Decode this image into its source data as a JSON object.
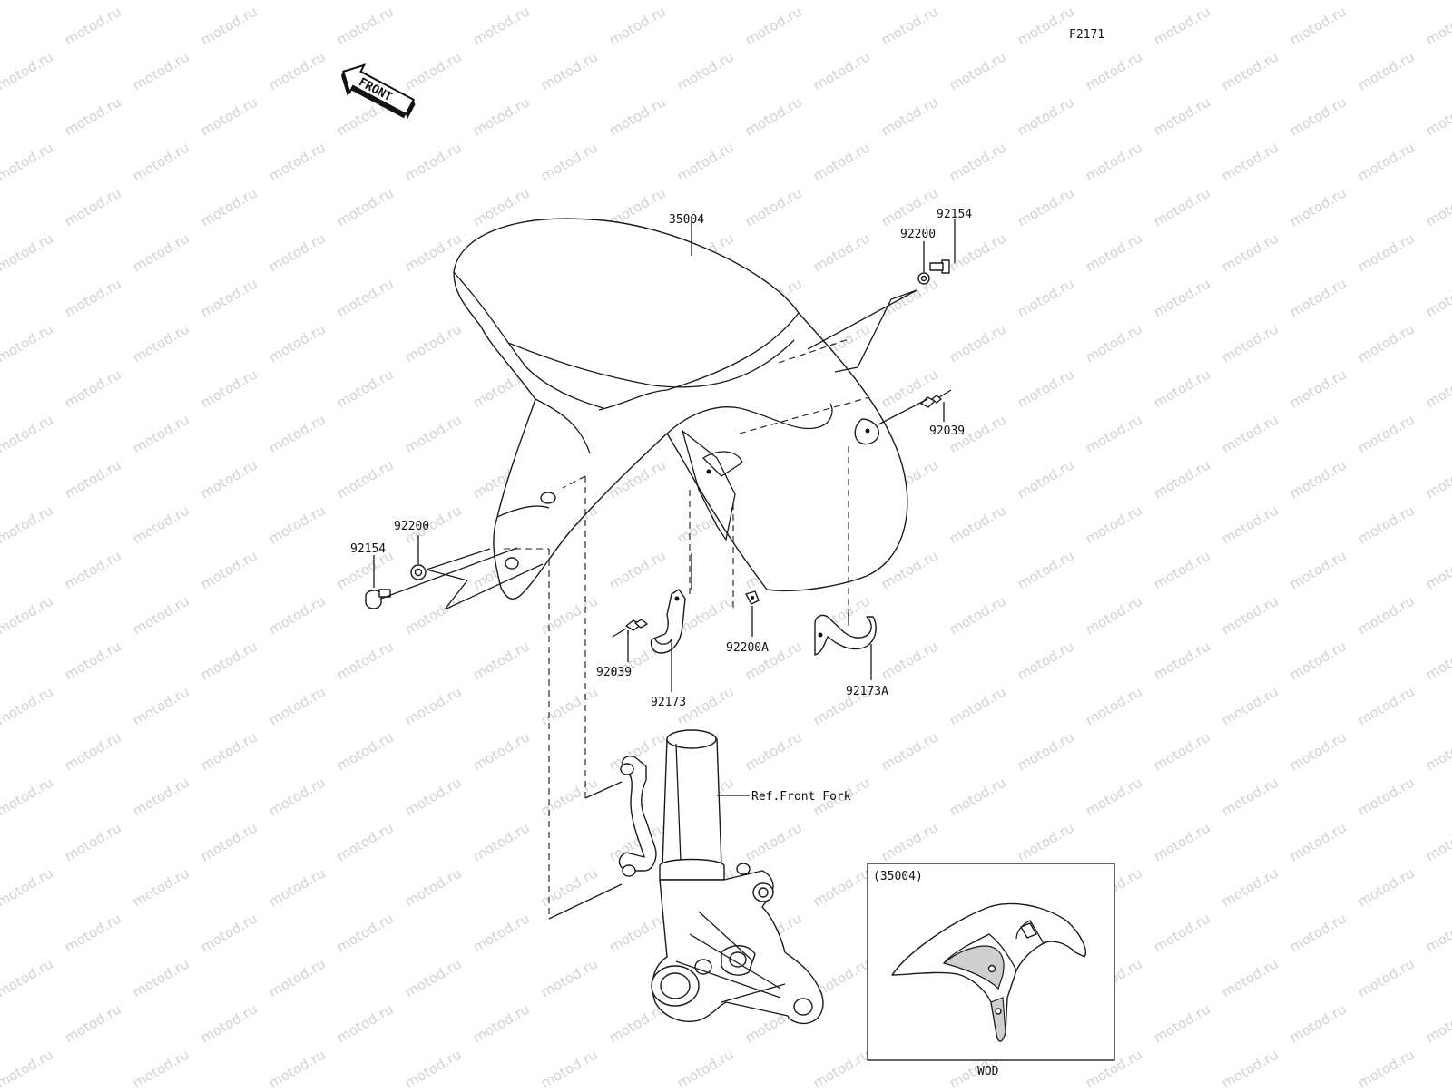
{
  "diagram": {
    "code": "F2171",
    "front_label": "FRONT",
    "watermark": "motod.ru",
    "ref_front_fork": "Ref.Front Fork",
    "parts": {
      "fender_top": "35004",
      "washer_right": "92200",
      "bolt_right": "92154",
      "clamp_right": "92039",
      "washer_left": "92200",
      "bolt_left": "92154",
      "clamp_left": "92039",
      "bracket": "92173",
      "washer_a": "92200A",
      "bracket_a": "92173A"
    },
    "inset": {
      "title": "(35004)",
      "caption": "WOD"
    }
  }
}
